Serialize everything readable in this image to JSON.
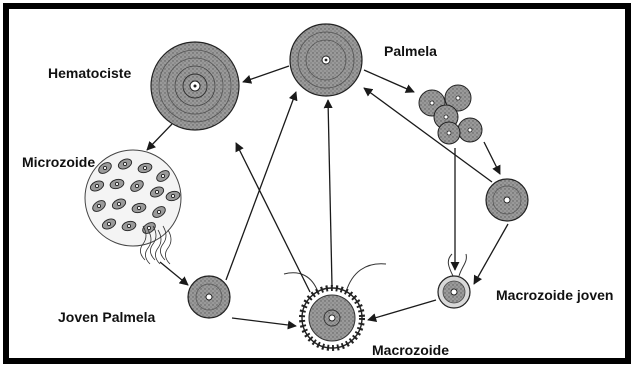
{
  "labels": {
    "hematociste": "Hematociste",
    "palmela": "Palmela",
    "microzoide": "Microzoide",
    "joven_palmela": "Joven Palmela",
    "macrozoide": "Macrozoide",
    "macrozoide_joven": "Macrozoide joven"
  },
  "colors": {
    "border": "#000000",
    "cell_fill": "#8f8f8f",
    "cell_light": "#c8c8c8",
    "line": "#1a1a1a"
  }
}
